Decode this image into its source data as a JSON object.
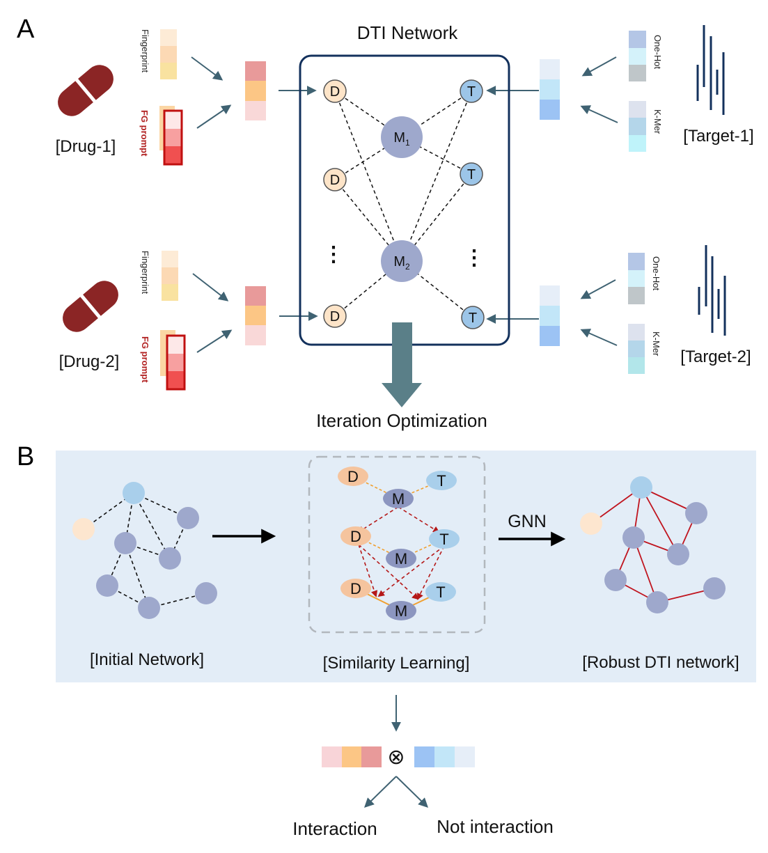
{
  "panel_a": {
    "label": "A",
    "network_title": "DTI Network",
    "drug1_label": "[Drug-1]",
    "drug2_label": "[Drug-2]",
    "target1_label": "[Target-1]",
    "target2_label": "[Target-2]",
    "fingerprint": "Fingerprint",
    "fg_prompt": "FG prompt",
    "one_hot": "One-Hot",
    "k_mer": "K-Mer",
    "node_d": "D",
    "node_t": "T",
    "node_m": "M",
    "m1_sub": "1",
    "m2_sub": "2",
    "ellipsis": "⋮",
    "iteration": "Iteration Optimization"
  },
  "panel_b": {
    "label": "B",
    "initial": "[Initial Network]",
    "similarity": "[Similarity Learning]",
    "robust": "[Robust DTI network]",
    "gnn": "GNN",
    "node_d": "D",
    "node_t": "T",
    "node_m": "M"
  },
  "output": {
    "otimes": "⊗",
    "interaction": "Interaction",
    "not_interaction": "Not interaction"
  },
  "colors": {
    "pill": "#8b2525",
    "network_border": "#13315c",
    "drug_node": "#fde4c8",
    "target_node": "#9cc5e8",
    "meta_node": "#9ea8cc",
    "arrow": "#3f6272",
    "panel_b_bg": "#e3edf7",
    "robust_edge": "#c0141e",
    "sim_arrow": "#b51818",
    "sim_edge": "#f0a030"
  }
}
